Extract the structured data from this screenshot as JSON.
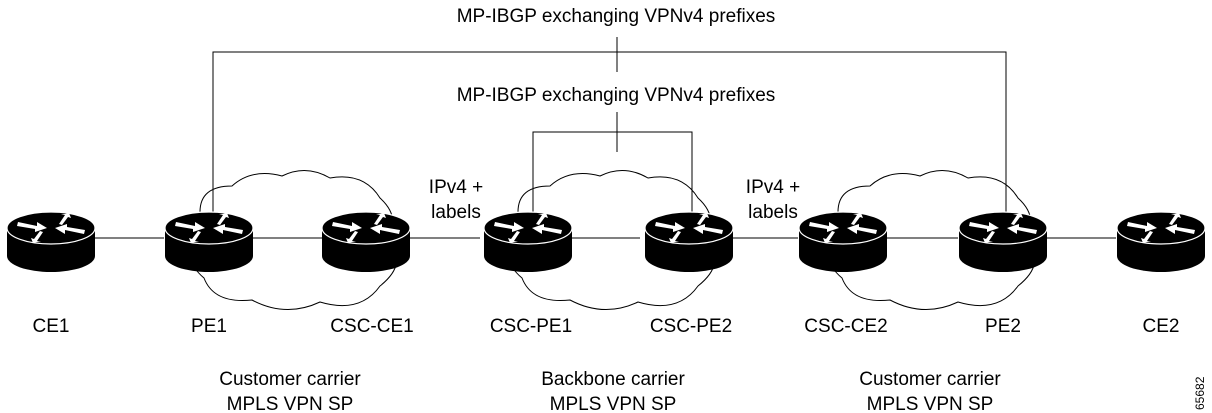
{
  "session_labels": {
    "outer": "MP-IBGP exchanging VPNv4 prefixes",
    "inner": "MP-IBGP exchanging VPNv4 prefixes"
  },
  "link_labels": {
    "left_line1": "IPv4 +",
    "left_line2": "labels",
    "right_line1": "IPv4 +",
    "right_line2": "labels"
  },
  "routers": [
    "CE1",
    "PE1",
    "CSC-CE1",
    "CSC-PE1",
    "CSC-PE2",
    "CSC-CE2",
    "PE2",
    "CE2"
  ],
  "regions": {
    "left": {
      "line1": "Customer carrier",
      "line2": "MPLS VPN SP"
    },
    "middle": {
      "line1": "Backbone carrier",
      "line2": "MPLS VPN SP"
    },
    "right": {
      "line1": "Customer carrier",
      "line2": "MPLS VPN SP"
    }
  },
  "figure_id": "65682"
}
